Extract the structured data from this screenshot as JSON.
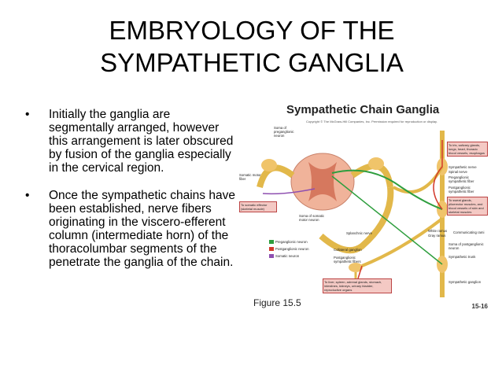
{
  "slide": {
    "title": "EMBRYOLOGY OF THE SYMPATHETIC GANGLIA",
    "bullets": [
      "Initially the ganglia are segmentally arranged, however this arrangement is later obscured by fusion of the ganglia especially in the cervical region.",
      "Once the sympathetic chains have been established, nerve fibers originating in the viscero-efferent column (intermediate horn) of the thoracolumbar segments of the penetrate the ganglia of the chain."
    ]
  },
  "figure": {
    "title": "Sympathetic Chain Ganglia",
    "copyright": "Copyright © The McGraw-Hill Companies, Inc. Permission required for reproduction or display.",
    "caption": "Figure 15.5",
    "page_number": "15-16",
    "legend": [
      {
        "label": "Preganglionic neuron",
        "color": "#2e9e3e"
      },
      {
        "label": "Postganglionic neuron",
        "color": "#d33a2c"
      },
      {
        "label": "Somatic neuron",
        "color": "#8e4fb0"
      }
    ],
    "labels": {
      "soma_pre": "Soma of preganglionic neuron",
      "somatic_motor": "Somatic motor fiber",
      "to_somatic": "To somatic effector (skeletal muscle)",
      "soma_somatic": "Soma of somatic motor neuron",
      "splanchnic": "Splanchnic nerve",
      "collateral": "Collateral ganglion",
      "post_fibers": "Postganglionic sympathetic fibers",
      "to_eye": "To iris, salivary glands, lungs, heart, thoracic blood vessels, esophagus",
      "symp_nerve": "Sympathetic nerve",
      "spinal_nerve": "Spinal nerve",
      "pre_fiber": "Preganglionic sympathetic fiber",
      "post_fiber": "Postganglionic sympathetic fiber",
      "to_sweat": "To sweat glands, piloerector muscles, and blood vessels of skin and skeletal muscles",
      "white_ramus": "White ramus",
      "gray_ramus": "Gray ramus",
      "communicating": "Communicating rami",
      "soma_post": "Soma of postganglionic neuron",
      "trunk": "Sympathetic trunk",
      "to_liver": "To liver, spleen, adrenal glands, stomach, intestines, kidneys, urinary bladder, reproductive organs",
      "symp_ganglion": "Sympathetic ganglion"
    }
  }
}
